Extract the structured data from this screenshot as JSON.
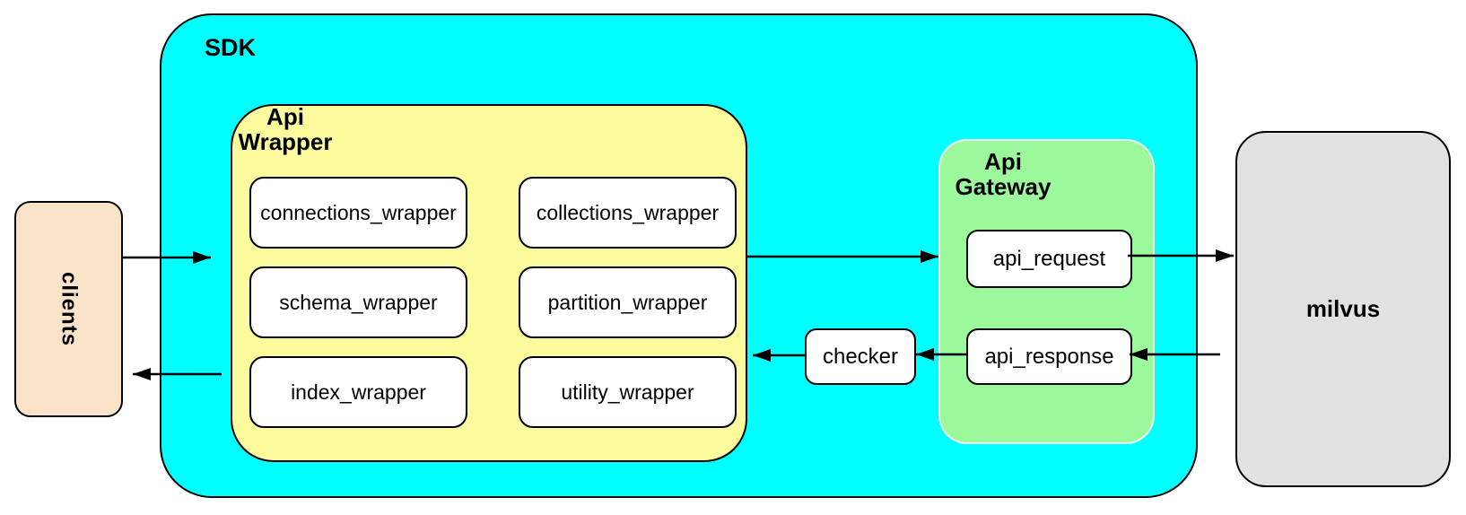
{
  "diagram": {
    "clients": {
      "label": "clients"
    },
    "sdk": {
      "label": "SDK"
    },
    "api_wrapper": {
      "label_line1": "Api",
      "label_line2": "Wrapper",
      "boxes": [
        "connections_wrapper",
        "collections_wrapper",
        "schema_wrapper",
        "partition_wrapper",
        "index_wrapper",
        "utility_wrapper"
      ]
    },
    "checker": {
      "label": "checker"
    },
    "api_gateway": {
      "label_line1": "Api",
      "label_line2": "Gateway",
      "boxes": [
        "api_request",
        "api_response"
      ]
    },
    "milvus": {
      "label": "milvus"
    },
    "arrows": [
      {
        "from": "clients",
        "to": "api_wrapper"
      },
      {
        "from": "api_wrapper",
        "to": "api_gateway"
      },
      {
        "from": "api_request",
        "to": "milvus"
      },
      {
        "from": "milvus",
        "to": "api_response"
      },
      {
        "from": "api_response",
        "to": "checker"
      },
      {
        "from": "checker",
        "to": "api_wrapper"
      },
      {
        "from": "api_wrapper",
        "to": "clients"
      }
    ],
    "colors": {
      "sdk_fill": "#00FFFF",
      "api_wrapper_fill": "#FBFB9D",
      "api_gateway_fill": "#9BF89B",
      "clients_fill": "#FBE3C9",
      "milvus_fill": "#E2E2E2",
      "node_fill": "#FFFFFF",
      "stroke": "#000000"
    }
  }
}
